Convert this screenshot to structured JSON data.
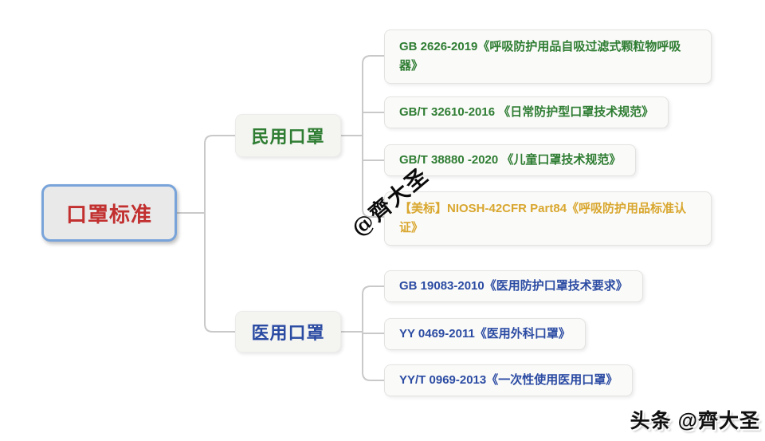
{
  "root": {
    "label": "口罩标准",
    "text_color": "#C23030",
    "border_color": "#79A4DA",
    "bg_color": "#E9E9E9"
  },
  "branches": [
    {
      "label": "民用口罩",
      "text_color": "#2F7D33"
    },
    {
      "label": "医用口罩",
      "text_color": "#2B4BA3"
    }
  ],
  "civilian_leaves": [
    {
      "text": "GB 2626-2019《呼吸防护用品自吸过滤式颗粒物呼吸器》",
      "text_color": "#2F7D33"
    },
    {
      "text": "GB/T 32610-2016 《日常防护型口罩技术规范》",
      "text_color": "#2F7D33"
    },
    {
      "text": "GB/T 38880 -2020 《儿童口罩技术规范》",
      "text_color": "#2F7D33"
    },
    {
      "text": "【美标】NIOSH-42CFR Part84《呼吸防护用品标准认证》",
      "text_color": "#D9A72F"
    }
  ],
  "medical_leaves": [
    {
      "text": "GB 19083-2010《医用防护口罩技术要求》",
      "text_color": "#2B4BA3"
    },
    {
      "text": "YY 0469-2011《医用外科口罩》",
      "text_color": "#2B4BA3"
    },
    {
      "text": "YY/T 0969-2013《一次性使用医用口罩》",
      "text_color": "#2B4BA3"
    }
  ],
  "watermarks": {
    "diagonal": "@齊大圣",
    "bottom_right": "头条 @齊大圣"
  },
  "connector_color": "#C9C9C9",
  "leaf_bg": "#FAFAF8",
  "branch_bg": "#F4F4F1"
}
